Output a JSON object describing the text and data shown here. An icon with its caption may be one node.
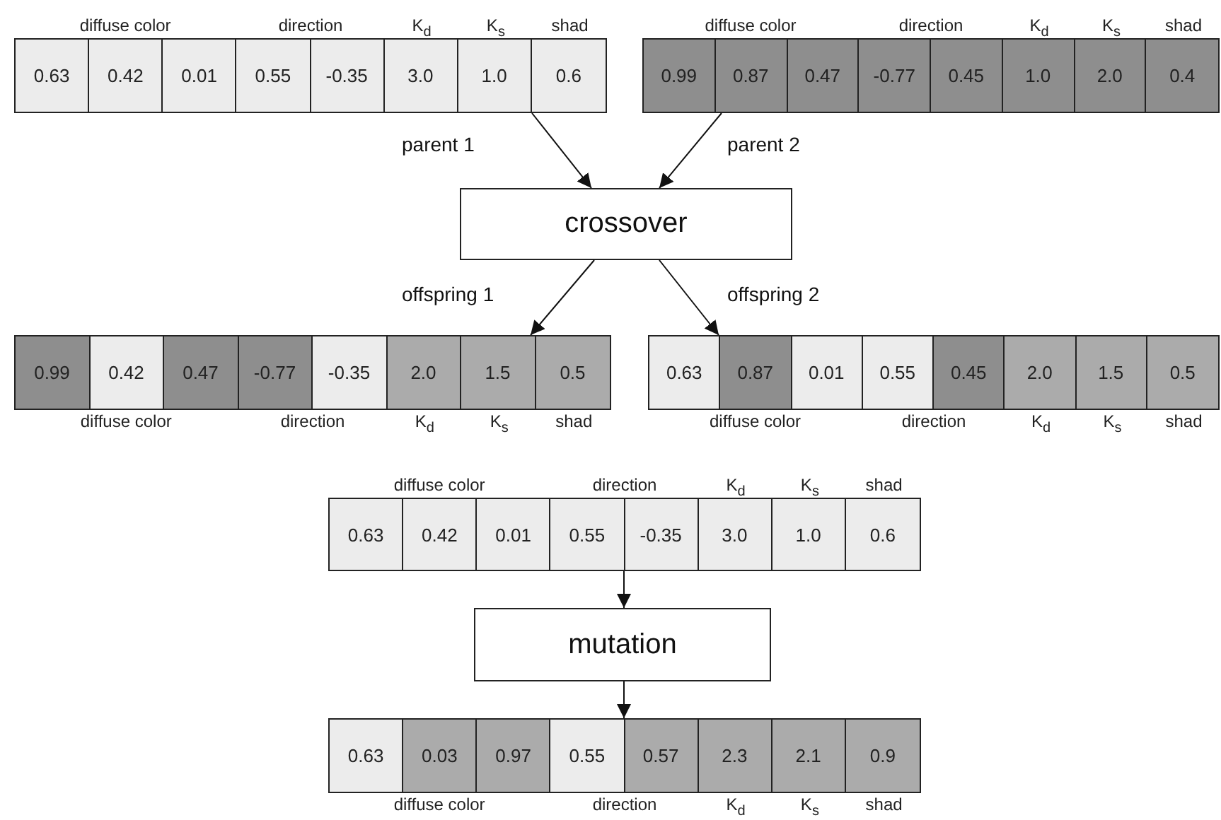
{
  "diagram": {
    "nodes": [
      {
        "text": [],
        "shape": "bar"
      },
      {
        "text": [
          "0.63"
        ],
        "in": 0
      },
      {
        "text": [
          "0.42"
        ],
        "in": 0
      },
      {
        "text": [
          "0.01"
        ],
        "in": 0
      },
      {
        "text": [
          "0.55"
        ],
        "in": 0
      },
      {
        "text": [
          "-0.35"
        ],
        "in": 0
      },
      {
        "text": [
          "3.0"
        ],
        "in": 0
      },
      {
        "text": [
          "1.0"
        ],
        "in": 0
      },
      {
        "text": [
          "0.6"
        ],
        "in": 0
      },
      {
        "text": [],
        "shape": "bar"
      },
      {
        "text": [
          "0.99"
        ],
        "in": 9
      },
      {
        "text": [
          "0.87"
        ],
        "in": 9
      },
      {
        "text": [
          "0.47"
        ],
        "in": 9
      },
      {
        "text": [
          "-0.77"
        ],
        "in": 9
      },
      {
        "text": [
          "0.45"
        ],
        "in": 9
      },
      {
        "text": [
          "1.0"
        ],
        "in": 9
      },
      {
        "text": [
          "2.0"
        ],
        "in": 9
      },
      {
        "text": [
          "0.4"
        ],
        "in": 9
      },
      {
        "text": [
          "crossover"
        ]
      },
      {
        "text": [],
        "shape": "bar"
      },
      {
        "text": [
          "0.99"
        ],
        "in": 19
      },
      {
        "text": [
          "0.42"
        ],
        "in": 19
      },
      {
        "text": [
          "0.47"
        ],
        "in": 19
      },
      {
        "text": [
          "-0.77"
        ],
        "in": 19
      },
      {
        "text": [
          "-0.35"
        ],
        "in": 19
      },
      {
        "text": [
          "2.0"
        ],
        "in": 19
      },
      {
        "text": [
          "1.5"
        ],
        "in": 19
      },
      {
        "text": [
          "0.5"
        ],
        "in": 19
      },
      {
        "text": [],
        "shape": "bar"
      },
      {
        "text": [
          "0.63"
        ],
        "in": 28
      },
      {
        "text": [
          "0.87"
        ],
        "in": 28
      },
      {
        "text": [
          "0.01"
        ],
        "in": 28
      },
      {
        "text": [
          "0.55"
        ],
        "in": 28
      },
      {
        "text": [
          "0.45"
        ],
        "in": 28
      },
      {
        "text": [
          "2.0"
        ],
        "in": 28
      },
      {
        "text": [
          "1.5"
        ],
        "in": 28
      },
      {
        "text": [
          "0.5"
        ],
        "in": 28
      },
      {
        "text": [],
        "shape": "bar"
      },
      {
        "text": [
          "0.63"
        ],
        "in": 37
      },
      {
        "text": [
          "0.42"
        ],
        "in": 37
      },
      {
        "text": [
          "0.01"
        ],
        "in": 37
      },
      {
        "text": [
          "0.55"
        ],
        "in": 37
      },
      {
        "text": [
          "-0.35"
        ],
        "in": 37
      },
      {
        "text": [
          "3.0"
        ],
        "in": 37
      },
      {
        "text": [
          "1.0"
        ],
        "in": 37
      },
      {
        "text": [
          "0.6"
        ],
        "in": 37
      },
      {
        "text": [
          "mutation"
        ]
      },
      {
        "text": [],
        "shape": "bar"
      },
      {
        "text": [
          "0.63"
        ],
        "in": 47
      },
      {
        "text": [
          "0.03"
        ],
        "in": 47
      },
      {
        "text": [
          "0.97"
        ],
        "in": 47
      },
      {
        "text": [
          "0.55"
        ],
        "in": 47
      },
      {
        "text": [
          "0.57"
        ],
        "in": 47
      },
      {
        "text": [
          "2.3"
        ],
        "in": 47
      },
      {
        "text": [
          "2.1"
        ],
        "in": 47
      },
      {
        "text": [
          "0.9"
        ],
        "in": 47
      }
    ],
    "edges": [
      {
        "from": 0,
        "to": 18,
        "arrow": "to",
        "label": "parent 1"
      },
      {
        "from": 9,
        "to": 18,
        "arrow": "to",
        "label": "parent 2"
      },
      {
        "from": 18,
        "to": 19,
        "arrow": "to",
        "label": "offspring 1"
      },
      {
        "from": 18,
        "to": 28,
        "arrow": "to",
        "label": "offspring 2"
      },
      {
        "from": 37,
        "to": 46,
        "arrow": "to"
      },
      {
        "from": 46,
        "to": 47,
        "arrow": "to"
      }
    ],
    "labels": [
      "diffuse color",
      "direction",
      "K$_{d}$",
      "K$_{s}$",
      "shad",
      "diffuse color",
      "direction",
      "K$_{d}$",
      "K$_{s}$",
      "shad",
      "diffuse color",
      "direction",
      "K$_{d}$",
      "K$_{s}$",
      "shad",
      "diffuse color",
      "direction",
      "K$_{d}$",
      "K$_{s}$",
      "shad",
      "diffuse color",
      "direction",
      "K$_{d}$",
      "K$_{s}$",
      "shad",
      "diffuse color",
      "direction",
      "K$_{d}$",
      "K$_{s}$",
      "shad"
    ]
  }
}
